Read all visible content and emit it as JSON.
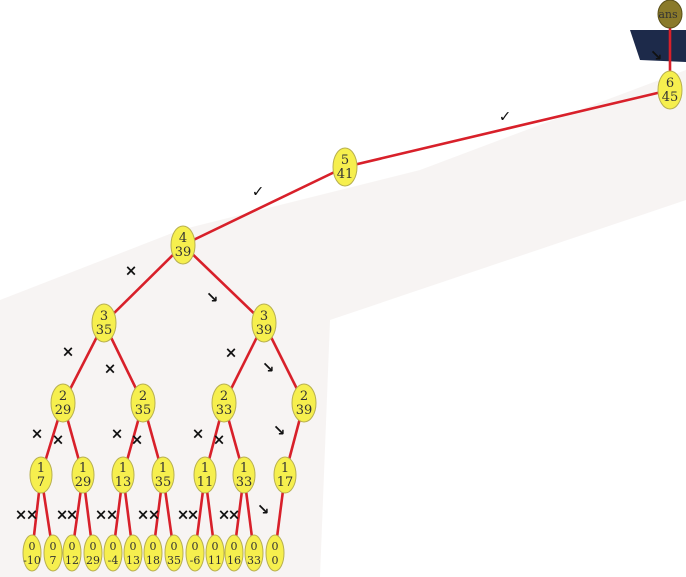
{
  "root": {
    "label": "ans"
  },
  "colors": {
    "edge": "#d8202a",
    "node_fill": "#f6ef4e",
    "node_stroke": "#b8b050",
    "text": "#333333",
    "mark": "#111111"
  },
  "nodes": [
    {
      "id": "n6",
      "top": "6",
      "bottom": "45"
    },
    {
      "id": "n5",
      "top": "5",
      "bottom": "41"
    },
    {
      "id": "n4",
      "top": "4",
      "bottom": "39"
    },
    {
      "id": "a3",
      "top": "3",
      "bottom": "35"
    },
    {
      "id": "b3",
      "top": "3",
      "bottom": "39"
    },
    {
      "id": "a2",
      "top": "2",
      "bottom": "29"
    },
    {
      "id": "b2",
      "top": "2",
      "bottom": "35"
    },
    {
      "id": "c2",
      "top": "2",
      "bottom": "33"
    },
    {
      "id": "d2",
      "top": "2",
      "bottom": "39"
    },
    {
      "id": "a1",
      "top": "1",
      "bottom": "7"
    },
    {
      "id": "b1",
      "top": "1",
      "bottom": "29"
    },
    {
      "id": "c1",
      "top": "1",
      "bottom": "13"
    },
    {
      "id": "d1",
      "top": "1",
      "bottom": "35"
    },
    {
      "id": "e1",
      "top": "1",
      "bottom": "11"
    },
    {
      "id": "f1",
      "top": "1",
      "bottom": "33"
    },
    {
      "id": "g1",
      "top": "1",
      "bottom": "17"
    },
    {
      "id": "l1",
      "top": "0",
      "bottom": "-10"
    },
    {
      "id": "l2",
      "top": "0",
      "bottom": "7"
    },
    {
      "id": "l3",
      "top": "0",
      "bottom": "12"
    },
    {
      "id": "l4",
      "top": "0",
      "bottom": "29"
    },
    {
      "id": "l5",
      "top": "0",
      "bottom": "-4"
    },
    {
      "id": "l6",
      "top": "0",
      "bottom": "13"
    },
    {
      "id": "l7",
      "top": "0",
      "bottom": "18"
    },
    {
      "id": "l8",
      "top": "0",
      "bottom": "35"
    },
    {
      "id": "l9",
      "top": "0",
      "bottom": "-6"
    },
    {
      "id": "l10",
      "top": "0",
      "bottom": "11"
    },
    {
      "id": "l11",
      "top": "0",
      "bottom": "16"
    },
    {
      "id": "l12",
      "top": "0",
      "bottom": "33"
    },
    {
      "id": "l13",
      "top": "0",
      "bottom": "0"
    }
  ],
  "edges": [
    [
      "root",
      "n6"
    ],
    [
      "n6",
      "n5"
    ],
    [
      "n5",
      "n4"
    ],
    [
      "n4",
      "a3"
    ],
    [
      "n4",
      "b3"
    ],
    [
      "a3",
      "a2"
    ],
    [
      "a3",
      "b2"
    ],
    [
      "b3",
      "c2"
    ],
    [
      "b3",
      "d2"
    ],
    [
      "a2",
      "a1"
    ],
    [
      "a2",
      "b1"
    ],
    [
      "b2",
      "c1"
    ],
    [
      "b2",
      "d1"
    ],
    [
      "c2",
      "e1"
    ],
    [
      "c2",
      "f1"
    ],
    [
      "d2",
      "g1"
    ],
    [
      "a1",
      "l1"
    ],
    [
      "a1",
      "l2"
    ],
    [
      "b1",
      "l3"
    ],
    [
      "b1",
      "l4"
    ],
    [
      "c1",
      "l5"
    ],
    [
      "c1",
      "l6"
    ],
    [
      "d1",
      "l7"
    ],
    [
      "d1",
      "l8"
    ],
    [
      "e1",
      "l9"
    ],
    [
      "e1",
      "l10"
    ],
    [
      "f1",
      "l11"
    ],
    [
      "f1",
      "l12"
    ],
    [
      "g1",
      "l13"
    ]
  ],
  "marks": {
    "check": "✓",
    "cross": "×",
    "hook": "↘"
  }
}
